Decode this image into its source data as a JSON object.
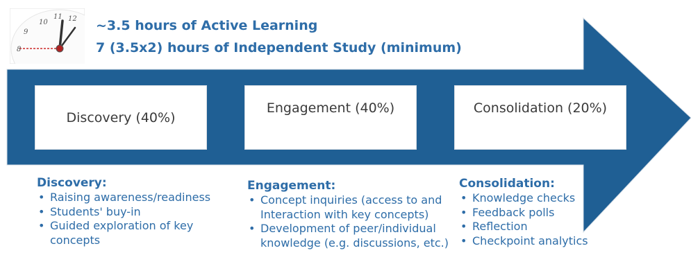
{
  "header": {
    "line1": "~3.5 hours of Active Learning",
    "line2": "7 (3.5x2) hours of Independent Study (minimum)"
  },
  "clock": {
    "icon": "wall-clock-icon",
    "numerals": [
      "9",
      "10",
      "11",
      "12",
      "8"
    ]
  },
  "arrow": {
    "color": "#1f5f94"
  },
  "phases": [
    {
      "label": "Discovery (40%)",
      "title": "Discovery:",
      "items": [
        "Raising awareness/readiness",
        "Students' buy-in",
        "Guided exploration of key concepts"
      ]
    },
    {
      "label": "Engagement (40%)",
      "title": "Engagement:",
      "items": [
        "Concept inquiries (access to and Interaction with key concepts)",
        "Development of peer/individual knowledge (e.g. discussions, etc.)"
      ]
    },
    {
      "label": "Consolidation (20%)",
      "title": "Consolidation:",
      "items": [
        "Knowledge checks",
        "Feedback polls",
        "Reflection",
        "Checkpoint analytics"
      ]
    }
  ],
  "colors": {
    "text_blue": "#2e6da8",
    "arrow_blue": "#1f5f94",
    "box_text": "#3a3a3a"
  },
  "bullet_char": "•"
}
